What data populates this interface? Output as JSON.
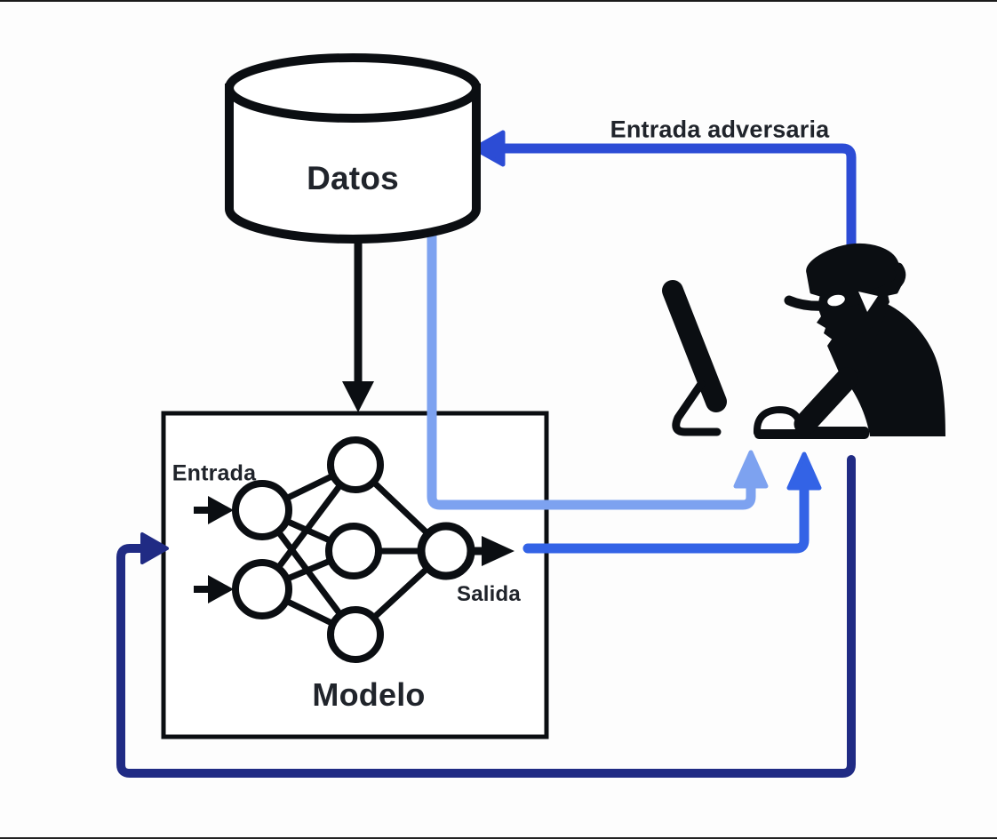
{
  "diagram": {
    "type": "adversarial-machine-learning-attack-flow",
    "labels": {
      "database": "Datos",
      "model": "Modelo",
      "input": "Entrada",
      "output": "Salida",
      "adversarial_input": "Entrada adversaria"
    },
    "icons": {
      "database": "database-cylinder-icon",
      "model": "neural-network-icon",
      "attacker": "spy-at-computer-icon"
    },
    "neural_network": {
      "layers": [
        2,
        3,
        1
      ],
      "fully_connected": true
    },
    "edges": [
      {
        "from": "attacker",
        "to": "database",
        "label": "Entrada adversaria",
        "color": "#2c4cd5"
      },
      {
        "from": "database",
        "to": "model",
        "label": "",
        "color": "#0b0e12"
      },
      {
        "from": "database",
        "to": "attacker",
        "label": "",
        "color": "#7da2f0"
      },
      {
        "from": "model-output",
        "to": "attacker",
        "label": "",
        "color": "#3363e6"
      },
      {
        "from": "attacker",
        "to": "model-input",
        "label": "",
        "color": "#202b84"
      }
    ],
    "colors": {
      "background": "#fdfdfd",
      "ink": "#0b0e12",
      "adversarial_arrow": "#2c4cd5",
      "output_arrow": "#3363e6",
      "data_tap_arrow": "#7da2f0",
      "feedback_loop": "#202b84",
      "label_text": "#20242b"
    }
  }
}
